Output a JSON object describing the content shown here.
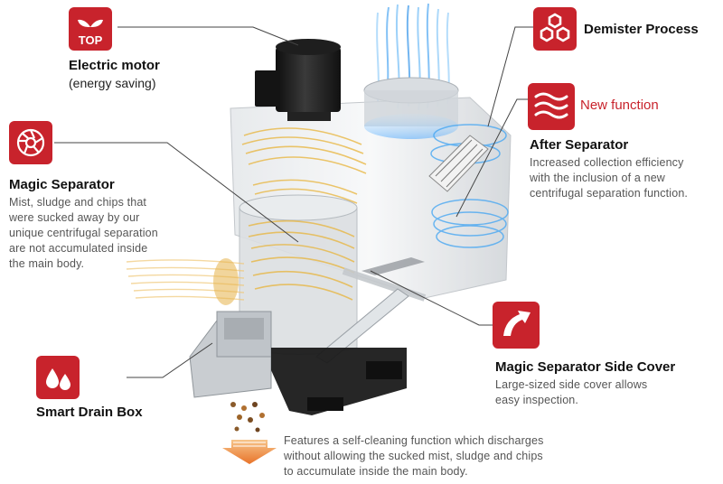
{
  "colors": {
    "accent": "#c8232c",
    "text": "#222222",
    "muted": "#555555"
  },
  "callouts": {
    "electric_motor": {
      "icon_label": "TOP",
      "icon": "leaf-top-icon",
      "title": "Electric motor",
      "subtitle": "(energy saving)"
    },
    "demister": {
      "icon": "hexagon-cluster-icon",
      "title": "Demister Process"
    },
    "new_function": {
      "icon": "wave-lines-icon",
      "label": "New function"
    },
    "after_separator": {
      "title": "After Separator",
      "description": "Increased collection efficiency\nwith the inclusion of a new\ncentrifugal separation function."
    },
    "magic_separator": {
      "icon": "aperture-icon",
      "title": "Magic Separator",
      "description": "Mist, sludge and chips that\nwere sucked away by our\nunique centrifugal separation\nare not accumulated inside\nthe main body."
    },
    "side_cover": {
      "icon": "corner-arrow-icon",
      "title": "Magic Separator Side Cover",
      "description": "Large-sized side cover allows\neasy inspection."
    },
    "drain_box": {
      "icon": "droplets-icon",
      "title": "Smart Drain Box",
      "description": "Features a self-cleaning function which discharges\nwithout allowing the sucked mist, sludge and chips\nto accumulate inside the main body."
    }
  }
}
